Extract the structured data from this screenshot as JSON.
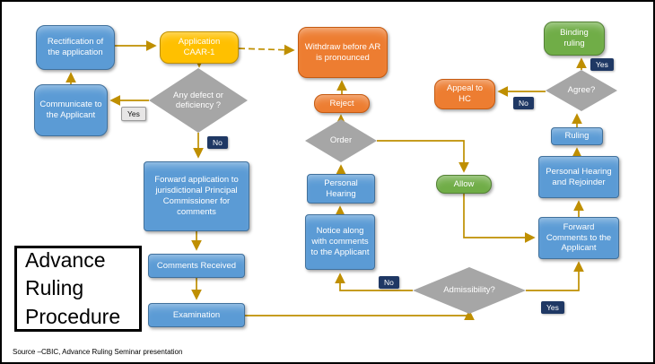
{
  "title_box": {
    "lines": [
      "Advance",
      "Ruling",
      "Procedure"
    ]
  },
  "source_note": "Source –CBIC, Advance Ruling Seminar  presentation",
  "colors": {
    "blue": "#5B9BD5",
    "blue_border": "#41719C",
    "orange": "#ED7D31",
    "orange_border": "#C55A11",
    "gold": "#FFC000",
    "gold_border": "#BF9000",
    "green": "#70AD47",
    "green_border": "#538135",
    "gray": "#A6A6A6",
    "arrow": "#BF8F00",
    "label_dark_bg": "#1F3864",
    "label_light_bg": "#E7E6E6"
  },
  "nodes": {
    "rectification": {
      "label": "Rectification of the application"
    },
    "application_caar1": {
      "label": "Application CAAR-1"
    },
    "withdraw": {
      "label": "Withdraw before AR is pronounced"
    },
    "defect_decision": {
      "label": "Any defect or deficiency ?"
    },
    "communicate": {
      "label": "Communicate to the Applicant"
    },
    "forward_application": {
      "label": "Forward application to jurisdictional Principal Commissioner for comments"
    },
    "comments_received": {
      "label": "Comments Received"
    },
    "examination": {
      "label": "Examination"
    },
    "notice_comments": {
      "label": "Notice along with comments to the Applicant"
    },
    "personal_hearing": {
      "label": "Personal Hearing"
    },
    "order_decision": {
      "label": "Order"
    },
    "reject": {
      "label": "Reject"
    },
    "allow": {
      "label": "Allow"
    },
    "appeal_hc": {
      "label": "Appeal to HC"
    },
    "admissibility_decision": {
      "label": "Admissibility?"
    },
    "forward_comments": {
      "label": "Forward Comments to the Applicant"
    },
    "hearing_rejoinder": {
      "label": "Personal Hearing and Rejoinder"
    },
    "ruling": {
      "label": "Ruling"
    },
    "agree_decision": {
      "label": "Agree?"
    },
    "binding_ruling": {
      "label": "Binding ruling"
    }
  },
  "edge_labels": {
    "defect_yes": "Yes",
    "defect_no": "No",
    "admissibility_no": "No",
    "admissibility_yes": "Yes",
    "agree_no": "No",
    "agree_yes": "Yes"
  }
}
